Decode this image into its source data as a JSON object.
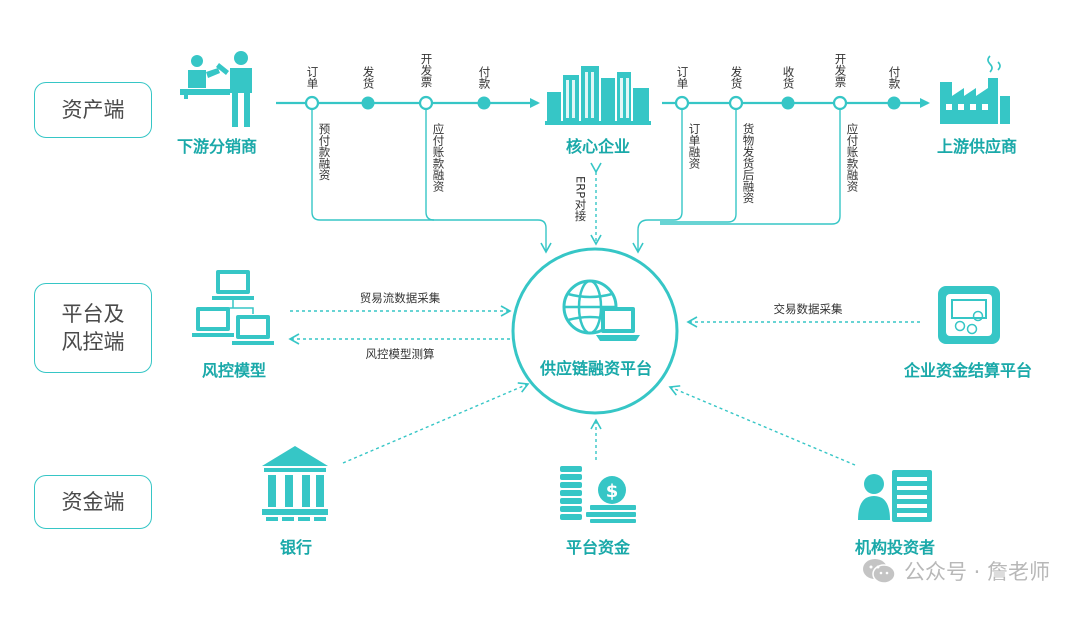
{
  "colors": {
    "teal": "#36c6c6",
    "teal_dark": "#1aa9a9",
    "text": "#333333",
    "watermark": "#b8b8b8"
  },
  "rows": {
    "asset": "资产端",
    "platform": "平台及\n风控端",
    "fund": "资金端"
  },
  "nodes": {
    "downstream": "下游分销商",
    "core": "核心企业",
    "upstream": "上游供应商",
    "risk_model": "风控模型",
    "platform": "供应链融资平台",
    "settlement": "企业资金结算平台",
    "bank": "银行",
    "platform_fund": "平台资金",
    "investor": "机构投资者"
  },
  "left_flow": {
    "steps": [
      "订单",
      "发货",
      "开发票",
      "付款"
    ],
    "financing": [
      "预付款融资",
      "应付账款融资"
    ]
  },
  "right_flow": {
    "steps": [
      "订单",
      "发货",
      "收货",
      "开发票",
      "付款"
    ],
    "financing": [
      "订单融资",
      "货物发货后融资",
      "应付账款融资"
    ]
  },
  "connections": {
    "erp": "ERP对接",
    "trade_flow": "贸易流数据采集",
    "risk_calc": "风控模型测算",
    "trade_data": "交易数据采集"
  },
  "icons": {
    "downstream": "people-at-counter-icon",
    "core": "city-buildings-icon",
    "upstream": "factory-icon",
    "risk_model": "networked-computers-icon",
    "platform": "globe-laptop-icon",
    "settlement": "payment-terminal-icon",
    "bank": "bank-building-icon",
    "platform_fund": "coin-stack-money-icon",
    "investor": "person-document-icon"
  },
  "watermark": {
    "text": "公众号 · 詹老师",
    "icon": "wechat-icon"
  }
}
